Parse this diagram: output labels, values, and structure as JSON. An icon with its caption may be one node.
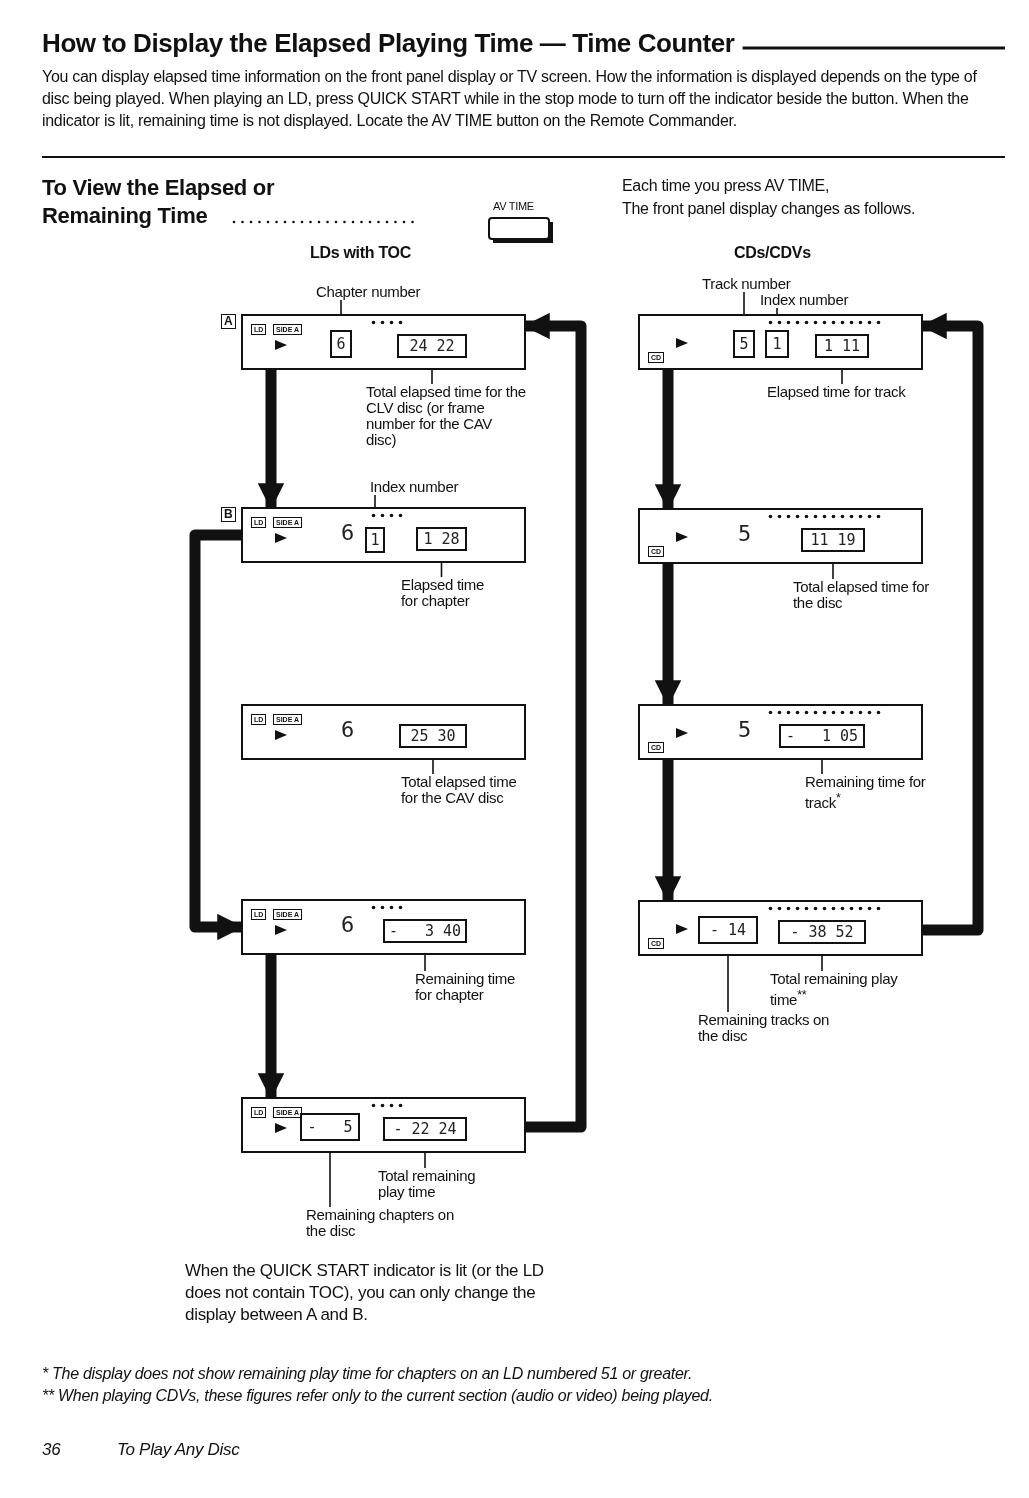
{
  "diagram": {
    "title": "How to Display the Elapsed Playing Time — Time Counter",
    "nodes": [
      {
        "text": [
          "LD",
          "SIDE A"
        ],
        "beside": [
          "A"
        ]
      },
      {
        "text": [
          "6"
        ],
        "in": 0
      },
      {
        "text": [
          "24 22"
        ],
        "in": 0
      },
      {
        "text": [
          "Chapter number"
        ]
      },
      {
        "text": [
          "Total elapsed time for the CLV disc (or frame number for the CAV disc)"
        ]
      },
      {
        "text": [
          "LD",
          "SIDE A",
          "6"
        ],
        "beside": [
          "B"
        ]
      },
      {
        "text": [
          "1"
        ],
        "in": 5
      },
      {
        "text": [
          "1 28"
        ],
        "in": 5
      },
      {
        "text": [
          "Index number"
        ]
      },
      {
        "text": [
          "Elapsed time for chapter"
        ]
      },
      {
        "text": [
          "LD",
          "SIDE A",
          "6"
        ]
      },
      {
        "text": [
          "25 30"
        ],
        "in": 10
      },
      {
        "text": [
          "Total elapsed time for the CAV disc"
        ]
      },
      {
        "text": [
          "LD",
          "SIDE A",
          "6"
        ]
      },
      {
        "text": [
          "-   3 40"
        ],
        "in": 13
      },
      {
        "text": [
          "Remaining time for chapter"
        ]
      },
      {
        "text": [
          "LD",
          "SIDE A"
        ]
      },
      {
        "text": [
          "-   5"
        ],
        "in": 16
      },
      {
        "text": [
          "- 22 24"
        ],
        "in": 16
      },
      {
        "text": [
          "Total remaining play time"
        ]
      },
      {
        "text": [
          "Remaining chapters on the disc"
        ]
      },
      {
        "text": [
          "CD"
        ]
      },
      {
        "text": [
          "5"
        ],
        "in": 21
      },
      {
        "text": [
          "1"
        ],
        "in": 21
      },
      {
        "text": [
          "1 11"
        ],
        "in": 21
      },
      {
        "text": [
          "Track number"
        ]
      },
      {
        "text": [
          "Index number"
        ]
      },
      {
        "text": [
          "Elapsed time for track"
        ]
      },
      {
        "text": [
          "CD",
          "5"
        ]
      },
      {
        "text": [
          "11 19"
        ],
        "in": 28
      },
      {
        "text": [
          "Total elapsed time for the disc"
        ]
      },
      {
        "text": [
          "CD",
          "5"
        ]
      },
      {
        "text": [
          "-   1 05"
        ],
        "in": 31
      },
      {
        "text": [
          "Remaining time for track$^{*}$"
        ]
      },
      {
        "text": [
          "CD"
        ]
      },
      {
        "text": [
          "- 14"
        ],
        "in": 34
      },
      {
        "text": [
          "- 38 52"
        ],
        "in": 34
      },
      {
        "text": [
          "Total remaining play time$^{**}$"
        ]
      },
      {
        "text": [
          "Remaining tracks on the disc"
        ]
      }
    ],
    "edges": [
      {
        "from": 0,
        "to": 5,
        "arrow": "to",
        "style": "thick"
      },
      {
        "from": 5,
        "to": 13,
        "arrow": "to",
        "style": "thick"
      },
      {
        "from": 13,
        "to": 16,
        "arrow": "to",
        "style": "thick"
      },
      {
        "from": 16,
        "to": 0,
        "arrow": "to",
        "style": "thick"
      },
      {
        "from": 21,
        "to": 28,
        "arrow": "to",
        "style": "thick"
      },
      {
        "from": 28,
        "to": 31,
        "arrow": "to",
        "style": "thick"
      },
      {
        "from": 31,
        "to": 34,
        "arrow": "to",
        "style": "thick"
      },
      {
        "from": 34,
        "to": 21,
        "arrow": "to",
        "style": "thick"
      },
      {
        "from": 3,
        "to": 1,
        "arrow": "none"
      },
      {
        "from": 4,
        "to": 2,
        "arrow": "none"
      },
      {
        "from": 8,
        "to": 6,
        "arrow": "none"
      },
      {
        "from": 9,
        "to": 7,
        "arrow": "none"
      },
      {
        "from": 12,
        "to": 11,
        "arrow": "none"
      },
      {
        "from": 15,
        "to": 14,
        "arrow": "none"
      },
      {
        "from": 19,
        "to": 18,
        "arrow": "none"
      },
      {
        "from": 20,
        "to": 17,
        "arrow": "none"
      },
      {
        "from": 25,
        "to": 22,
        "arrow": "none"
      },
      {
        "from": 26,
        "to": 23,
        "arrow": "none"
      },
      {
        "from": 27,
        "to": 24,
        "arrow": "none"
      },
      {
        "from": 30,
        "to": 29,
        "arrow": "none"
      },
      {
        "from": 33,
        "to": 32,
        "arrow": "none"
      },
      {
        "from": 37,
        "to": 36,
        "arrow": "none"
      },
      {
        "from": 38,
        "to": 35,
        "arrow": "none"
      }
    ],
    "labels": [
      "You can display elapsed time information on the front panel display or TV screen.  How the information is displayed depends on the type of disc being played.  When playing an LD, press QUICK START while in the stop mode to turn off the indicator beside the button. When the indicator is lit, remaining time is not displayed. Locate the AV TIME button on the Remote Commander.",
      "To View the Elapsed or Remaining Time",
      "AV TIME",
      "Each time you press AV TIME,",
      "The front panel display changes as follows.",
      "LDs with TOC",
      "CDs/CDVs",
      "When the QUICK START indicator is lit (or the LD does not contain TOC), you can only change the display between A and B.",
      "* The display does not show remaining play time for chapters on an LD numbered 51 or greater.",
      "** When playing CDVs, these figures refer only to the current section (audio or video) being played.",
      "36",
      "To Play Any Disc"
    ]
  }
}
